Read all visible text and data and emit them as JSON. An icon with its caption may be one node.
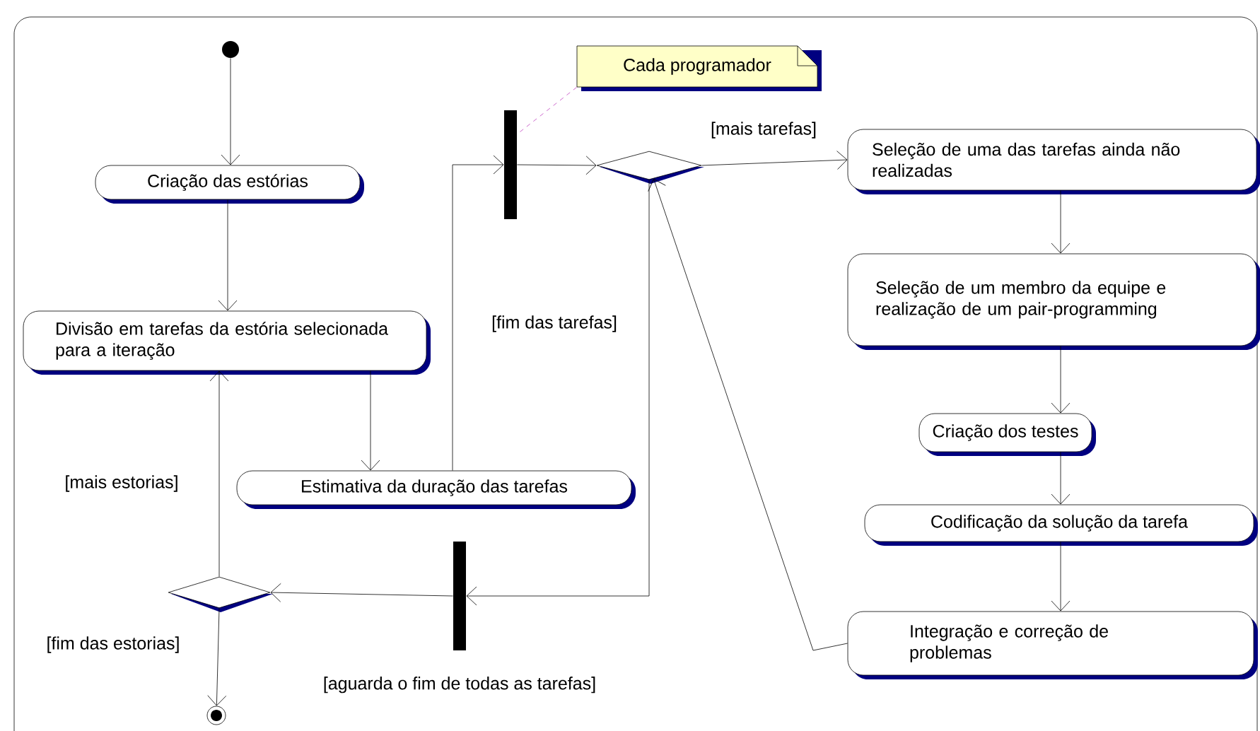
{
  "diagram": {
    "nodes": [
      {
        "text": [],
        "shape": "circle"
      },
      {
        "text": [
          "Criação das estórias"
        ]
      },
      {
        "text": [
          "Divisão em tarefas da estória selecionada para a iteração"
        ]
      },
      {
        "text": [
          "Estimativa da duração das tarefas"
        ]
      },
      {
        "text": [],
        "shape": "bar"
      },
      {
        "text": [
          "Cada programador"
        ]
      },
      {
        "text": [],
        "shape": "diamond"
      },
      {
        "text": [
          "Seleção de uma das tarefas ainda não realizadas"
        ]
      },
      {
        "text": [
          "Seleção de um membro da equipe e realização de um pair-programming"
        ]
      },
      {
        "text": [
          "Criação dos testes"
        ]
      },
      {
        "text": [
          "Codificação da solução da tarefa"
        ]
      },
      {
        "text": [
          "Integração e correção de problemas"
        ]
      },
      {
        "text": [],
        "shape": "bar",
        "beside": [
          "[aguarda o fim de todas as tarefas]"
        ]
      },
      {
        "text": [],
        "shape": "diamond"
      },
      {
        "text": [],
        "shape": "bullseye"
      }
    ],
    "edges": [
      {
        "from": 0,
        "to": 1,
        "arrow": "to"
      },
      {
        "from": 1,
        "to": 2,
        "arrow": "to"
      },
      {
        "from": 2,
        "to": 3,
        "arrow": "to"
      },
      {
        "from": 3,
        "to": 4,
        "arrow": "to"
      },
      {
        "from": 4,
        "to": 6,
        "arrow": "to"
      },
      {
        "from": 5,
        "to": 4,
        "arrow": "none",
        "style": "dashed",
        "color": "#c040c0"
      },
      {
        "from": 6,
        "to": 7,
        "arrow": "to",
        "label": "[mais tarefas]"
      },
      {
        "from": 7,
        "to": 8,
        "arrow": "to"
      },
      {
        "from": 8,
        "to": 9,
        "arrow": "to"
      },
      {
        "from": 9,
        "to": 10,
        "arrow": "to"
      },
      {
        "from": 10,
        "to": 11,
        "arrow": "to"
      },
      {
        "from": 11,
        "to": 6,
        "arrow": "to"
      },
      {
        "from": 6,
        "to": 12,
        "arrow": "to",
        "label": "[fim das tarefas]"
      },
      {
        "from": 12,
        "to": 13,
        "arrow": "to"
      },
      {
        "from": 13,
        "to": 2,
        "arrow": "to",
        "label": "[mais estorias]"
      },
      {
        "from": 13,
        "to": 14,
        "arrow": "to",
        "label": "[fim das estorias]"
      }
    ]
  }
}
